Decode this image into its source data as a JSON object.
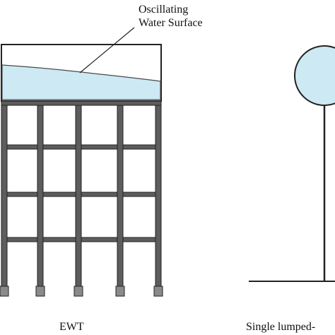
{
  "annotation": {
    "line1": "Oscillating",
    "line2": "Water Surface"
  },
  "left_caption": "EWT",
  "right_caption": "Single lumped-",
  "colors": {
    "water": "#cde9f3",
    "frame": "#5d5d5d",
    "outline": "#222222",
    "background": "#ffffff"
  }
}
